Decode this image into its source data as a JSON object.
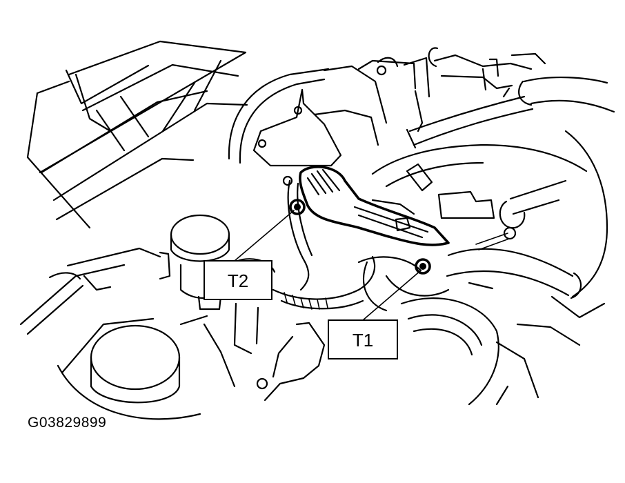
{
  "figure": {
    "id_label": "G03829899"
  },
  "callouts": {
    "t1": {
      "label": "T1",
      "target": "lower-bolt"
    },
    "t2": {
      "label": "T2",
      "target": "upper-bolt"
    }
  },
  "colors": {
    "line": "#000000",
    "background": "#ffffff"
  }
}
